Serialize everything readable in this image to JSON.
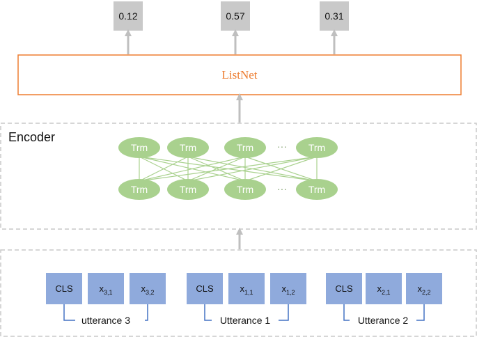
{
  "diagram": {
    "scores": [
      "0.12",
      "0.57",
      "0.31"
    ],
    "listnet_label": "ListNet",
    "encoder_label": "Encoder",
    "trm_label": "Trm",
    "ellipsis": "···",
    "groups": [
      {
        "label": "utterance 3",
        "tokens": [
          {
            "base": "CLS",
            "sub": ""
          },
          {
            "base": "x",
            "sub": "3,1"
          },
          {
            "base": "x",
            "sub": "3,2"
          }
        ]
      },
      {
        "label": "Utterance 1",
        "tokens": [
          {
            "base": "CLS",
            "sub": ""
          },
          {
            "base": "x",
            "sub": "1,1"
          },
          {
            "base": "x",
            "sub": "1,2"
          }
        ]
      },
      {
        "label": "Utterance 2",
        "tokens": [
          {
            "base": "CLS",
            "sub": ""
          },
          {
            "base": "x",
            "sub": "2,1"
          },
          {
            "base": "x",
            "sub": "2,2"
          }
        ]
      }
    ],
    "colors": {
      "score_box": "#c9c9c9",
      "arrow": "#bfbfbf",
      "listnet_border": "#ed7d31",
      "trm_fill": "#a9d18e",
      "token_fill": "#8faadc",
      "bracket": "#4472c4",
      "dashed": "#c8c8c8"
    }
  }
}
